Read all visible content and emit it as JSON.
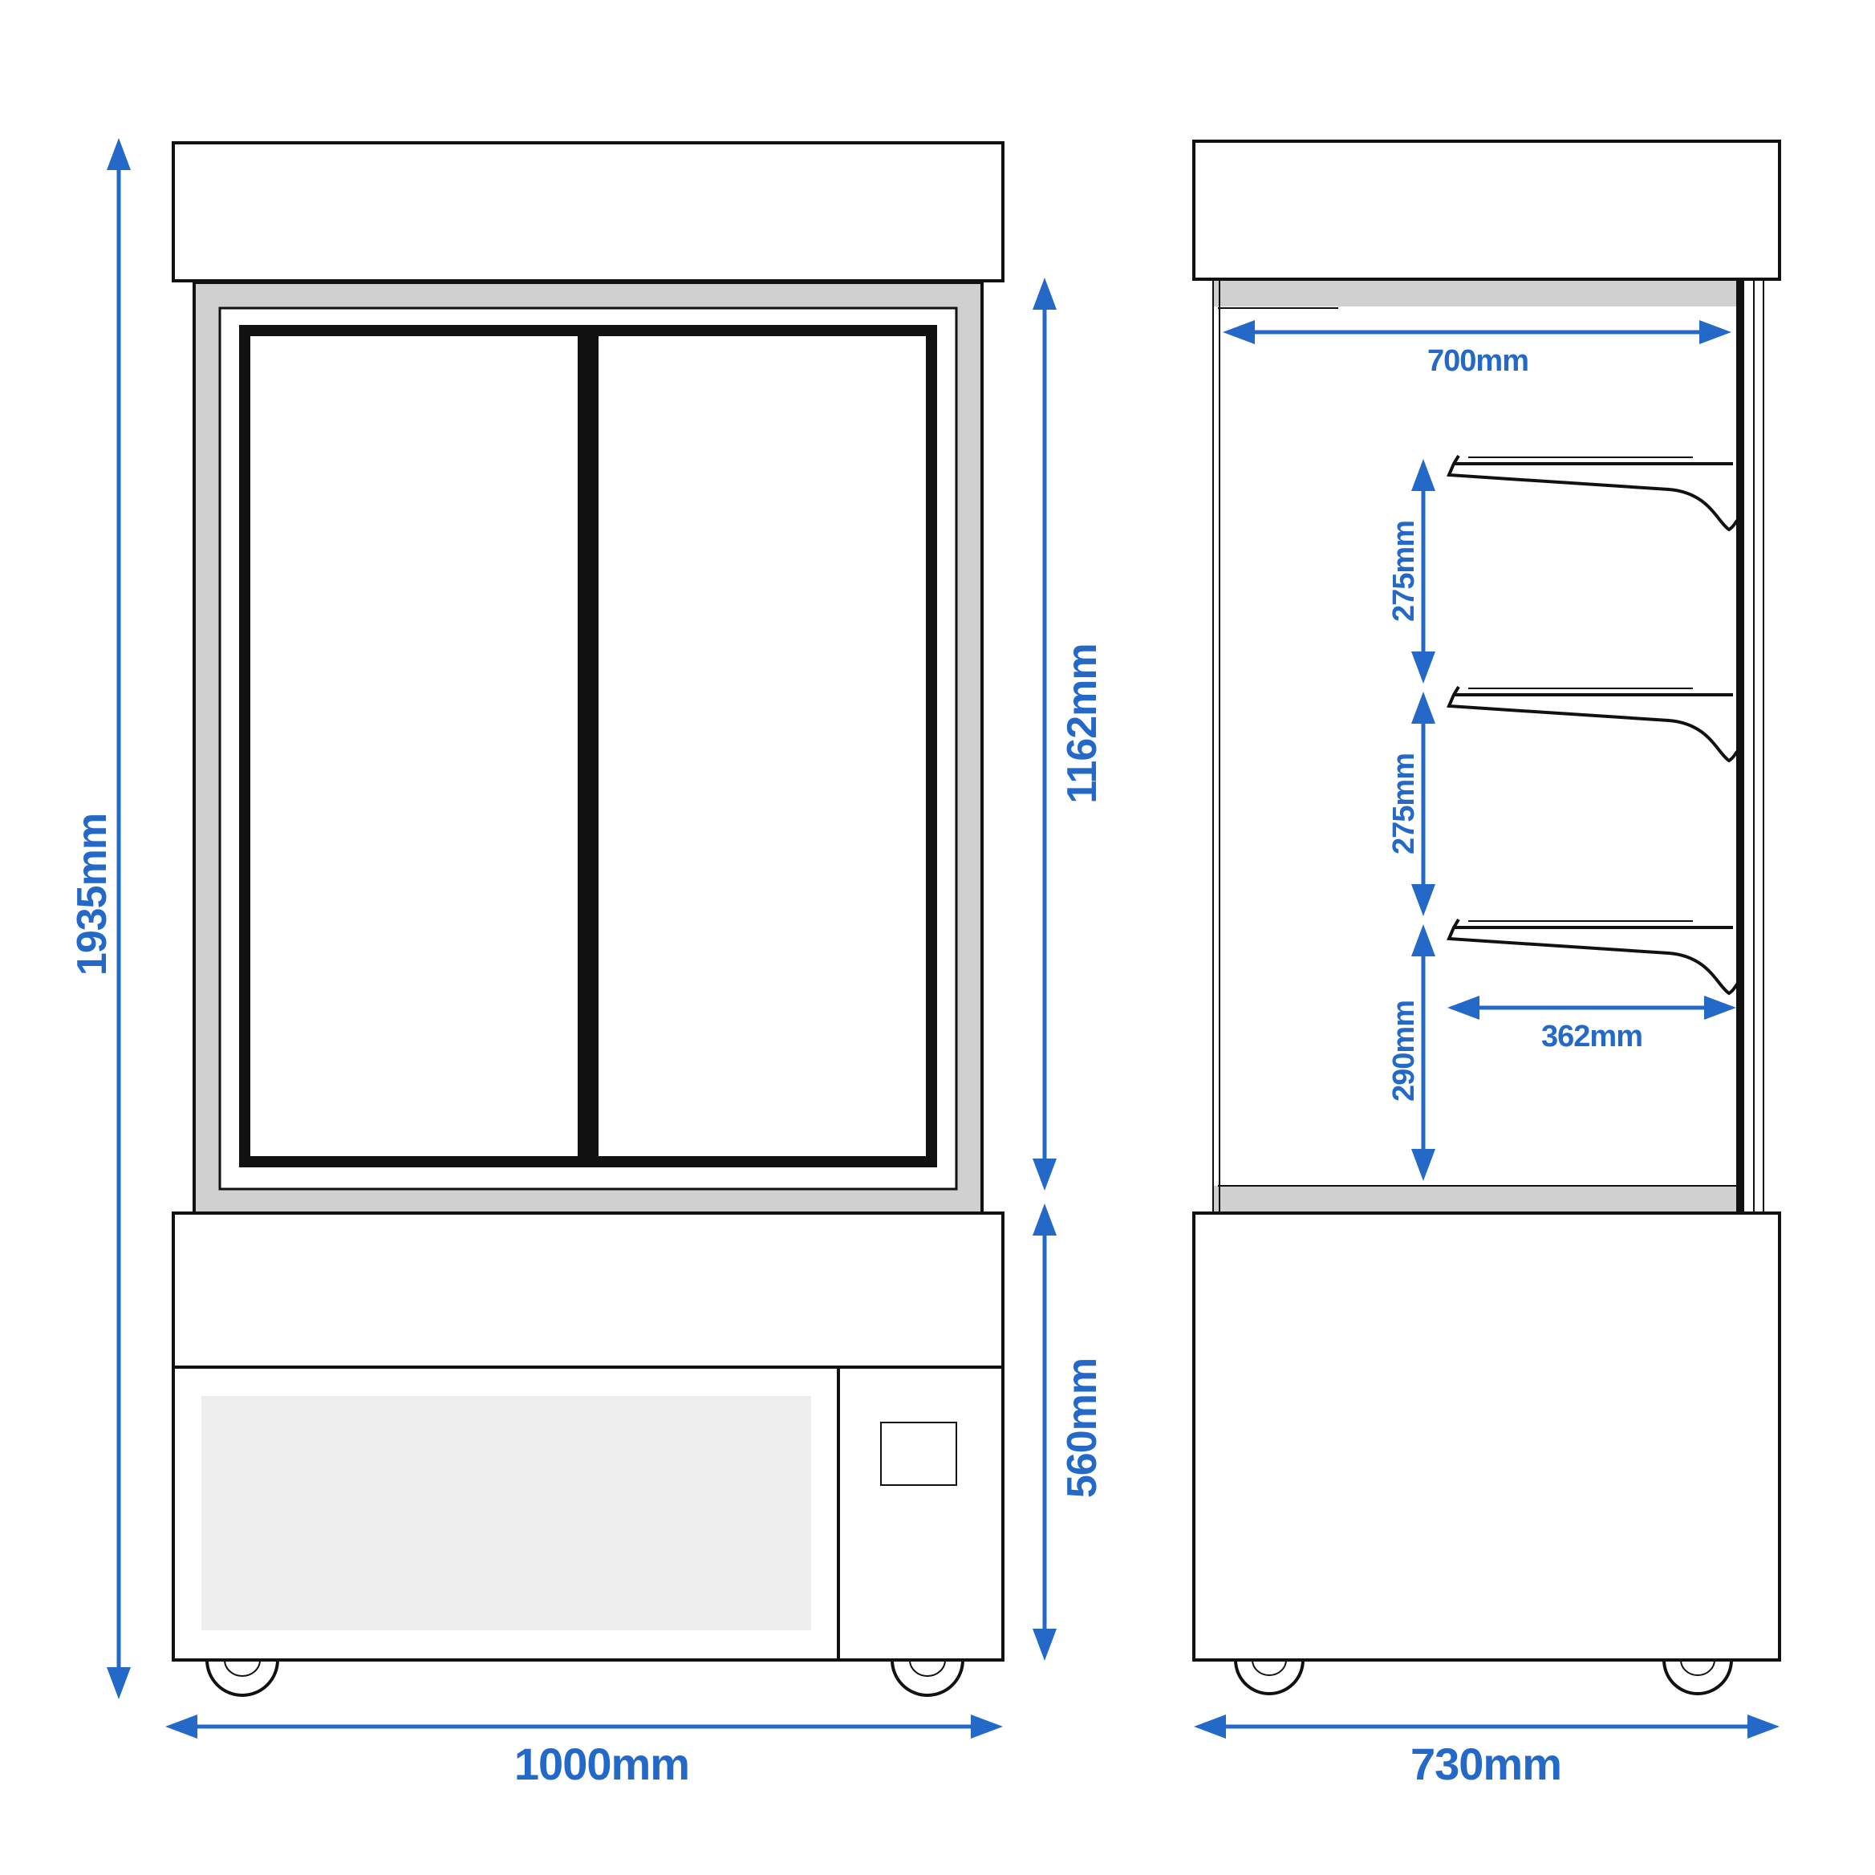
{
  "colors": {
    "dimension": "#2468c8",
    "outline": "#111111",
    "glass_frame": "#d0d0d0",
    "panel": "#eeeeee",
    "background": "#ffffff"
  },
  "dimensions": {
    "total_height": "1935mm",
    "display_height": "1162mm",
    "base_height": "560mm",
    "front_width": "1000mm",
    "side_depth": "730mm",
    "interior_depth": "700mm",
    "shelf_spacing_1": "275mm",
    "shelf_spacing_2": "275mm",
    "shelf_spacing_bottom": "290mm",
    "shelf_depth": "362mm"
  },
  "views": {
    "front": {
      "doors": 2,
      "wheels": 2
    },
    "side": {
      "shelves": 3,
      "wheels": 2
    }
  }
}
